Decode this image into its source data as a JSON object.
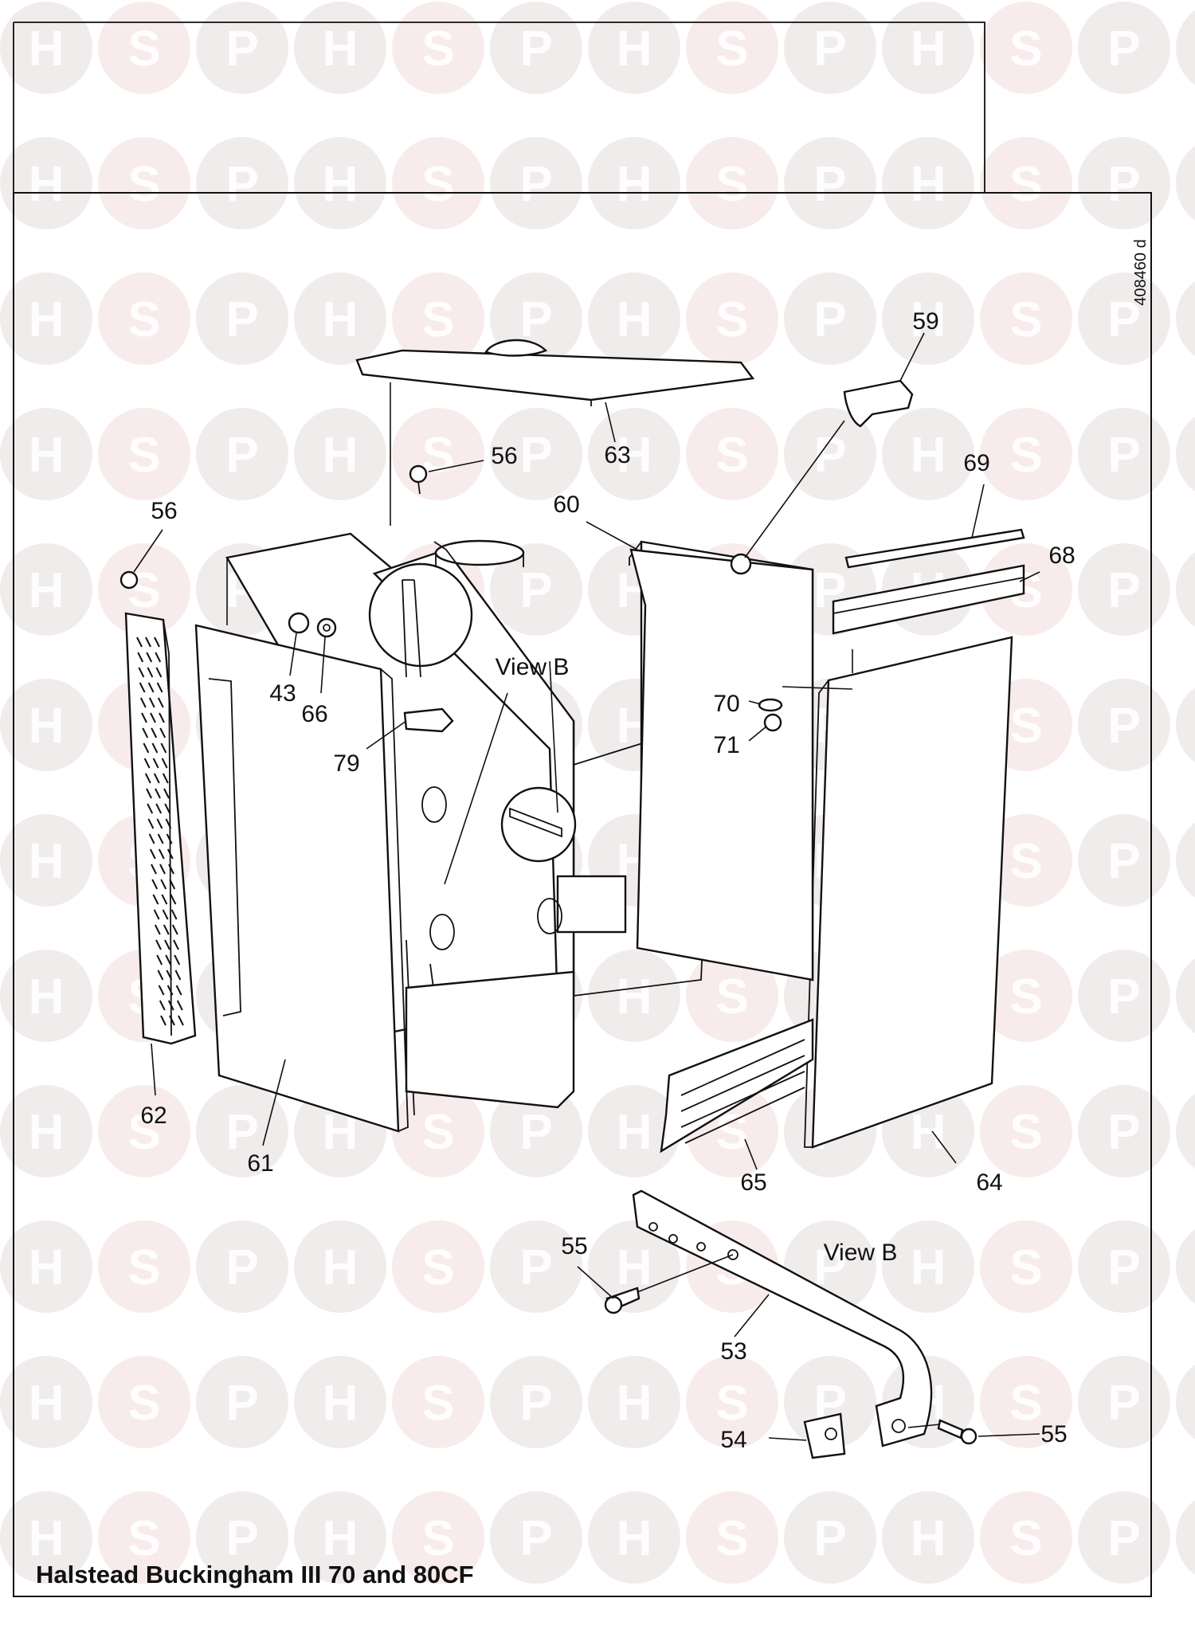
{
  "title": "Halstead Buckingham III 70 and 80CF",
  "drawing_ref": "408460 d",
  "watermark": {
    "letters": [
      "H",
      "S",
      "P"
    ],
    "colors": [
      "#e4dddd",
      "#f3dada",
      "#e4dddd"
    ]
  },
  "callouts": {
    "c43": "43",
    "c53": "53",
    "c54": "54",
    "c55a": "55",
    "c55b": "55",
    "c56a": "56",
    "c56b": "56",
    "c59": "59",
    "c60": "60",
    "c61": "61",
    "c62": "62",
    "c63": "63",
    "c64": "64",
    "c65": "65",
    "c66": "66",
    "c68": "68",
    "c69": "69",
    "c70": "70",
    "c71": "71",
    "c79": "79"
  },
  "view_labels": {
    "inset": "View B",
    "detail": "View B"
  }
}
